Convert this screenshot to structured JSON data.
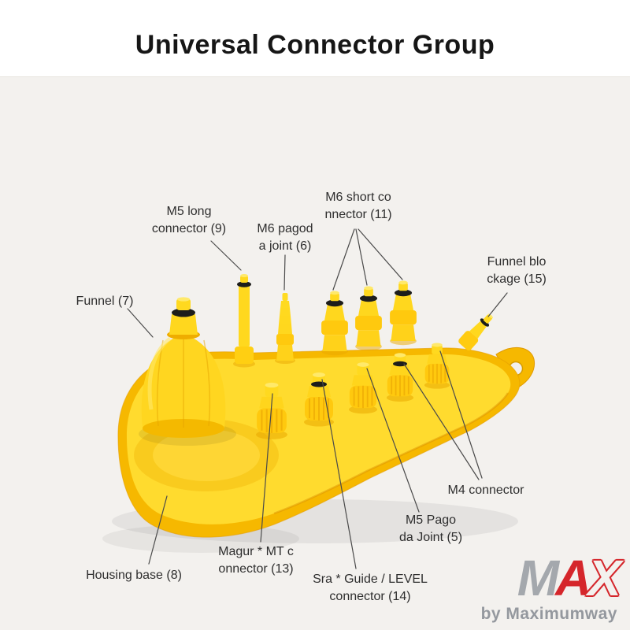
{
  "header": {
    "title": "Universal Connector Group"
  },
  "labels": {
    "m5_long": "M5 long\nconnector (9)",
    "m6_pagoda": "M6 pagod\na joint (6)",
    "m6_short": "M6 short co\nnnector (11)",
    "funnel_blockage": "Funnel blo\nckage (15)",
    "funnel": "Funnel (7)",
    "m4": "M4 connector",
    "m5_pagoda": "M5 Pago\nda Joint (5)",
    "sra_guide": "Sra * Guide / LEVEL\nconnector (14)",
    "magura": "Magur * MT c\nonnector (13)",
    "housing_base": "Housing base (8)"
  },
  "watermark": {
    "m": "M",
    "a": "A",
    "x": "X",
    "byline": "by Maximumway"
  },
  "colors": {
    "product_yellow": "#FFD71E",
    "product_deck": "#FFDB2E",
    "product_side": "#F6B800",
    "ring_black": "#1d1d1b",
    "logo_red": "#D5262B",
    "logo_gray": "#A4A8AD",
    "background": "#F3F1EE"
  }
}
